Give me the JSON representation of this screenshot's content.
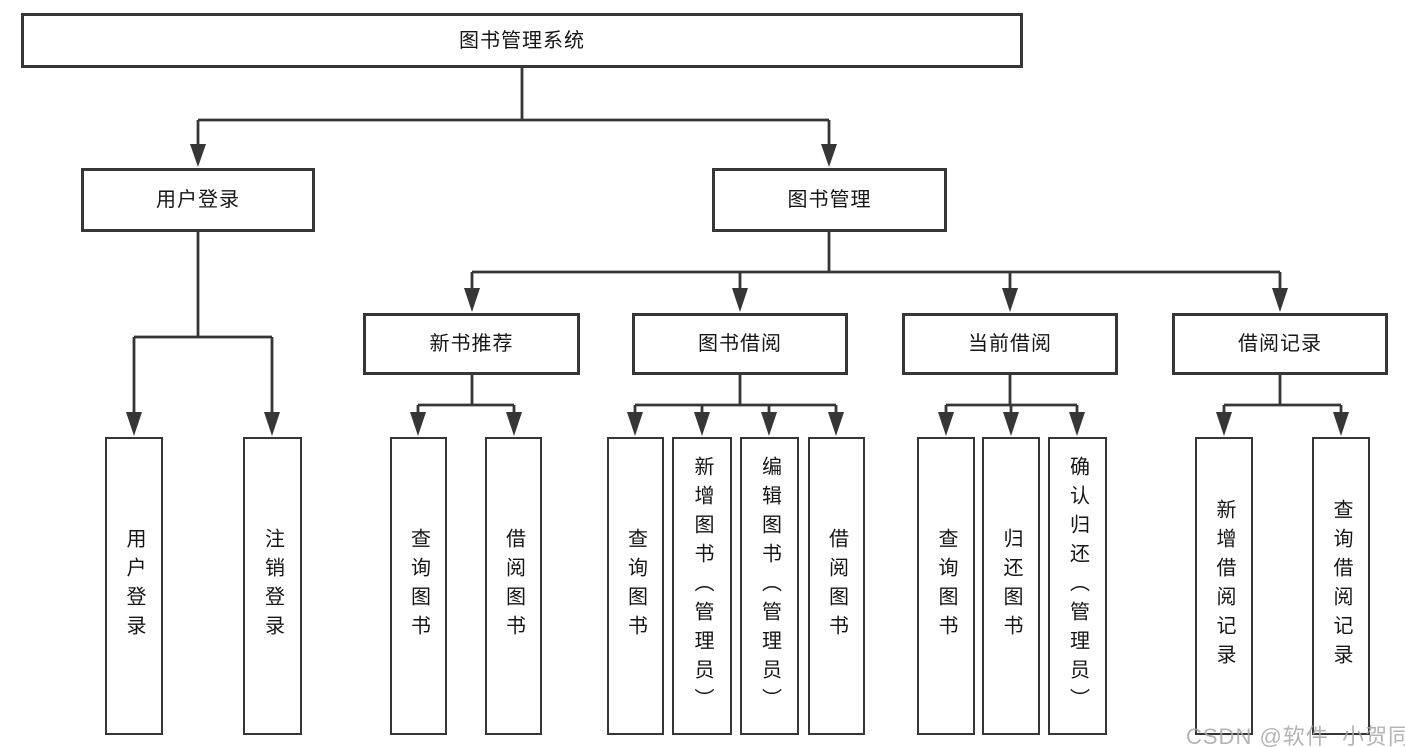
{
  "diagram": {
    "root": {
      "label": "图书管理系统"
    },
    "children": [
      {
        "label": "用户登录",
        "children": [
          {
            "label": "用户登录"
          },
          {
            "label": "注销登录"
          }
        ]
      },
      {
        "label": "图书管理",
        "children": [
          {
            "label": "新书推荐",
            "children": [
              {
                "label": "查询图书"
              },
              {
                "label": "借阅图书"
              }
            ]
          },
          {
            "label": "图书借阅",
            "children": [
              {
                "label": "查询图书"
              },
              {
                "label": "新增图书（管理员）"
              },
              {
                "label": "编辑图书（管理员）"
              },
              {
                "label": "借阅图书"
              }
            ]
          },
          {
            "label": "当前借阅",
            "children": [
              {
                "label": "查询图书"
              },
              {
                "label": "归还图书"
              },
              {
                "label": "确认归还（管理员）"
              }
            ]
          },
          {
            "label": "借阅记录",
            "children": [
              {
                "label": "新增借阅记录"
              },
              {
                "label": "查询借阅记录"
              }
            ]
          }
        ]
      }
    ]
  },
  "watermark": {
    "text": "CSDN @软件_小贺同学"
  },
  "colors": {
    "line": "#363636",
    "text": "#161616",
    "background": "#ffffff",
    "watermark": "#a7a7a7"
  }
}
